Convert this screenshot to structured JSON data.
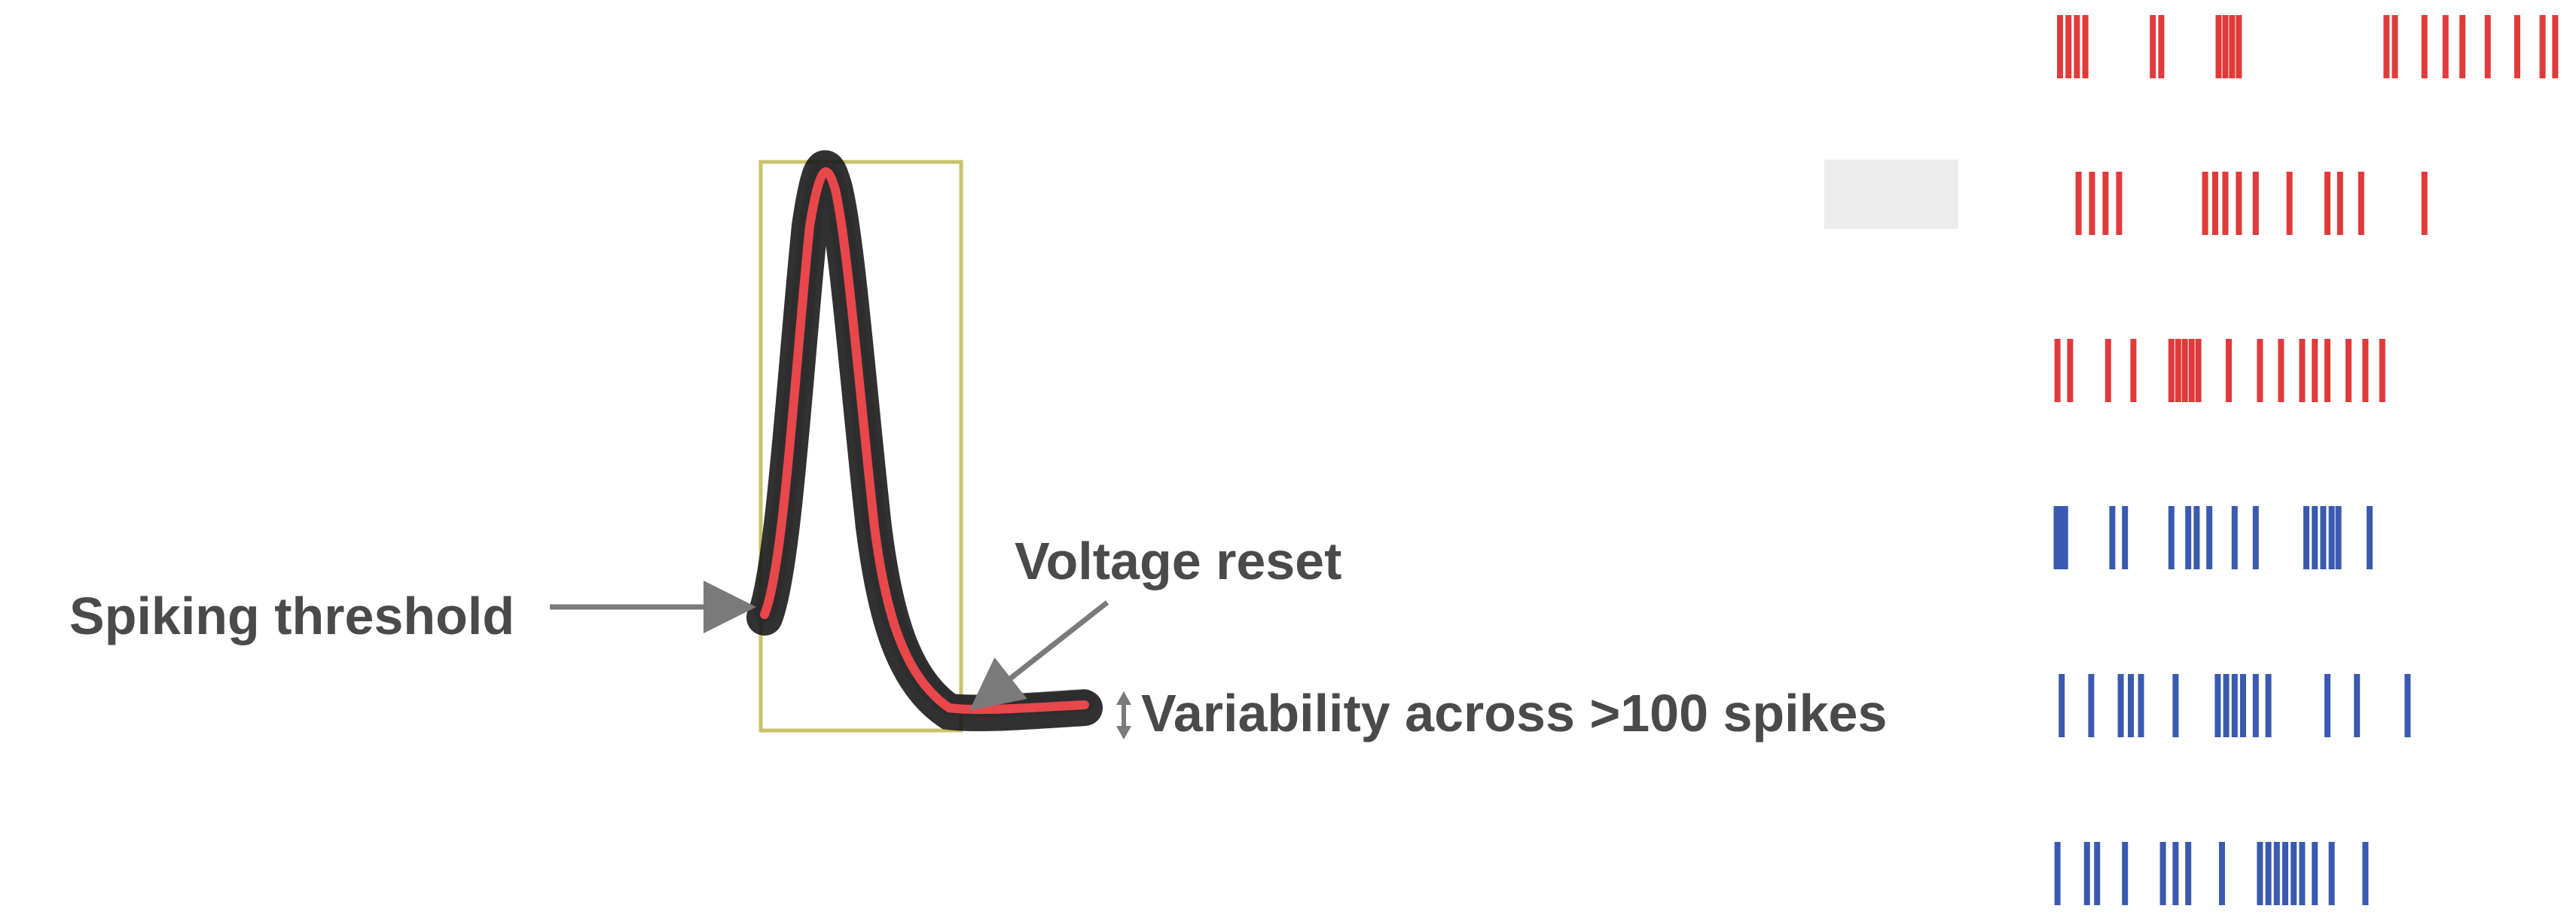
{
  "labels": {
    "spiking_threshold": "Spiking threshold",
    "voltage_reset": "Voltage reset",
    "variability": "Variability across >100 spikes"
  },
  "colors": {
    "trace_overlay": "#1a1a1a",
    "trace_mean": "#e8474b",
    "window_box": "#c8c36a",
    "arrow": "#7a7a7a",
    "text": "#4a4a4a",
    "raster_red": "#e03a3a",
    "raster_blue": "#3a5ab0"
  },
  "raster": {
    "rows": [
      {
        "color": "red",
        "spikes": [
          0.8,
          1.8,
          2.8,
          3.8,
          11.8,
          12.8,
          19.6,
          20.4,
          21.2,
          22.0,
          39.5,
          40.5,
          44.0,
          46.5,
          48.5,
          51.5,
          55.0,
          58.0,
          59.5
        ]
      },
      {
        "color": "red",
        "spikes": [
          3.0,
          4.6,
          6.2,
          7.8,
          18.0,
          19.2,
          20.4,
          22.0,
          24.0,
          28.0,
          32.5,
          34.0,
          36.5,
          44.0
        ]
      },
      {
        "color": "red",
        "spikes": [
          0.5,
          2.0,
          6.5,
          9.5,
          14.0,
          14.8,
          15.6,
          16.4,
          17.2,
          20.8,
          24.5,
          27.0,
          29.5,
          31.0,
          32.5,
          35.0,
          37.0,
          39.0
        ]
      },
      {
        "color": "blue",
        "spikes": [
          0.4,
          0.9,
          1.4,
          7.0,
          8.5,
          14.0,
          16.0,
          17.0,
          18.5,
          21.5,
          24.0,
          30.0,
          31.0,
          32.0,
          33.0,
          33.8,
          37.5
        ]
      },
      {
        "color": "blue",
        "spikes": [
          1.0,
          4.5,
          8.0,
          9.2,
          10.4,
          14.5,
          19.5,
          20.5,
          21.5,
          22.5,
          24.0,
          25.5,
          32.5,
          36.0,
          42.0
        ]
      },
      {
        "color": "blue",
        "spikes": [
          0.5,
          4.0,
          5.2,
          8.5,
          13.0,
          14.5,
          16.0,
          20.0,
          24.5,
          25.5,
          26.5,
          27.5,
          28.5,
          29.5,
          31.0,
          33.0,
          37.0
        ]
      }
    ]
  }
}
